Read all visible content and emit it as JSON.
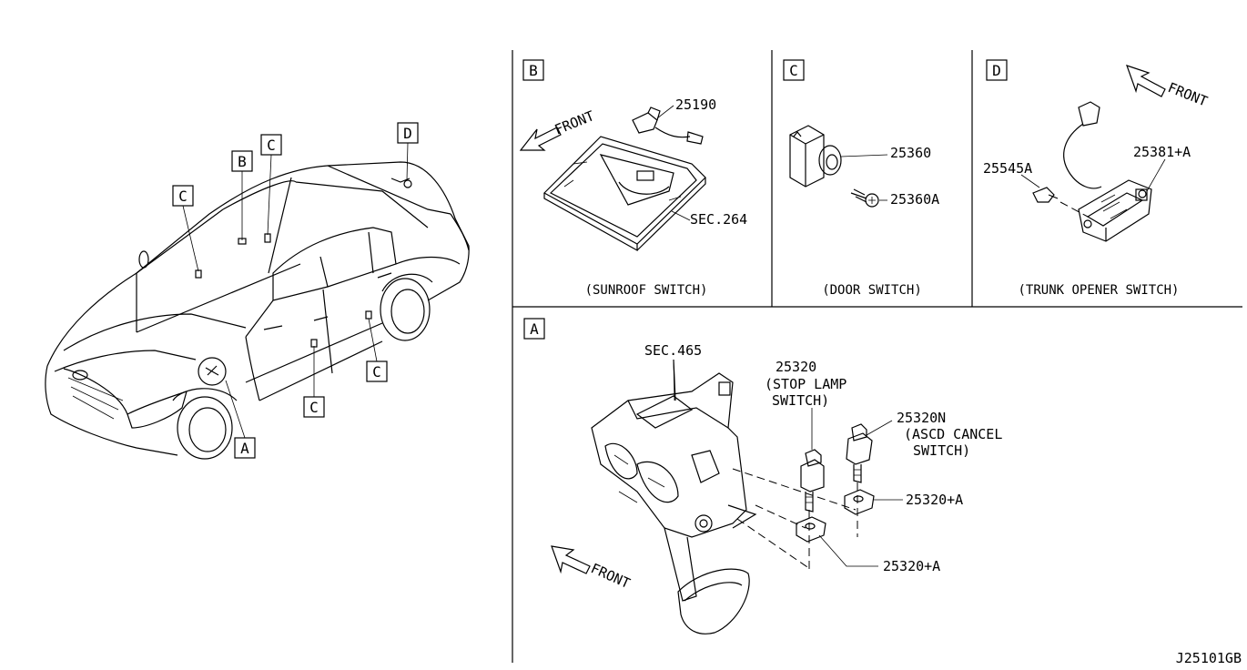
{
  "overview": {
    "callouts": [
      "C",
      "B",
      "C",
      "D",
      "C",
      "C",
      "A"
    ]
  },
  "panels": {
    "B": {
      "letter": "B",
      "front": "FRONT",
      "parts": [
        "25190",
        "SEC.264"
      ],
      "caption": "(SUNROOF SWITCH)"
    },
    "C": {
      "letter": "C",
      "parts": [
        "25360",
        "25360A"
      ],
      "caption": "(DOOR SWITCH)"
    },
    "D": {
      "letter": "D",
      "front": "FRONT",
      "parts": [
        "25545A",
        "25381+A"
      ],
      "caption": "(TRUNK OPENER SWITCH)"
    },
    "A": {
      "letter": "A",
      "front": "FRONT",
      "sec": "SEC.465",
      "stop_part": "25320",
      "stop_desc_1": "(STOP LAMP",
      "stop_desc_2": "SWITCH)",
      "ascd_part": "25320N",
      "ascd_desc_1": "(ASCD CANCEL",
      "ascd_desc_2": "SWITCH)",
      "clip_1": "25320+A",
      "clip_2": "25320+A"
    }
  },
  "diagram_code": "J25101GB"
}
